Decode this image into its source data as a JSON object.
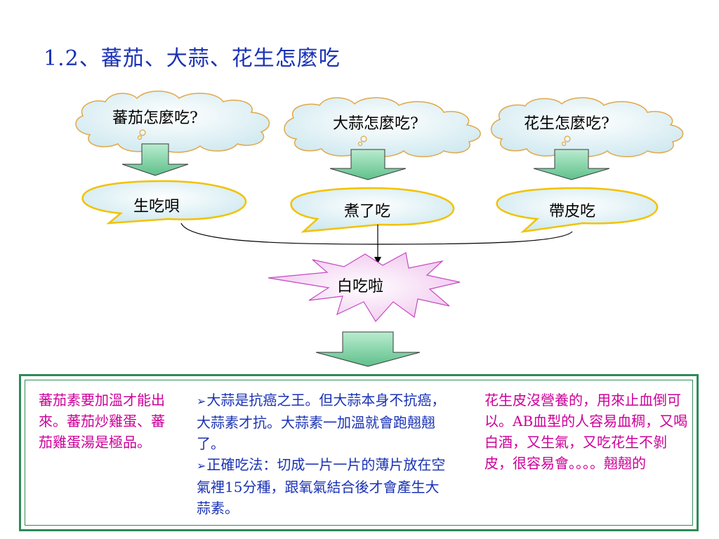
{
  "title": "1.2、蕃茄、大蒜、花生怎麼吃",
  "questions": [
    "蕃茄怎麼吃?",
    "大蒜怎麼吃?",
    "花生怎麼吃?"
  ],
  "answers": [
    "生吃唄",
    "煮了吃",
    "帶皮吃"
  ],
  "conclusion": "白吃啦",
  "notes": {
    "tomato": "蕃茄素要加溫才能出來。蕃茄炒雞蛋、蕃茄雞蛋湯是極品。",
    "garlic": [
      "大蒜是抗癌之王。但大蒜本身不抗癌，大蒜素才抗。大蒜素一加溫就會跑翹翹了。",
      "正確吃法：切成一片一片的薄片放在空氣裡15分種，跟氧氣結合後才會產生大蒜素。"
    ],
    "peanut": "花生皮沒營養的，用來止血倒可以。AB血型的人容易血稠，又喝白酒，又生氣，又吃花生不剝皮，很容易會。。。。翹翹的"
  },
  "colors": {
    "title": "#1a32b4",
    "cloud_fill": "#d4edf2",
    "cloud_stroke": "#e0a84a",
    "bubble_fill": "#d4edf2",
    "bubble_stroke": "#f2c200",
    "burst_fill": "#f5d0f2",
    "arrow_fill": "#7fd4a0",
    "box_border": "#2e8b57",
    "note_magenta": "#cc0099",
    "note_blue": "#1a32b4"
  }
}
